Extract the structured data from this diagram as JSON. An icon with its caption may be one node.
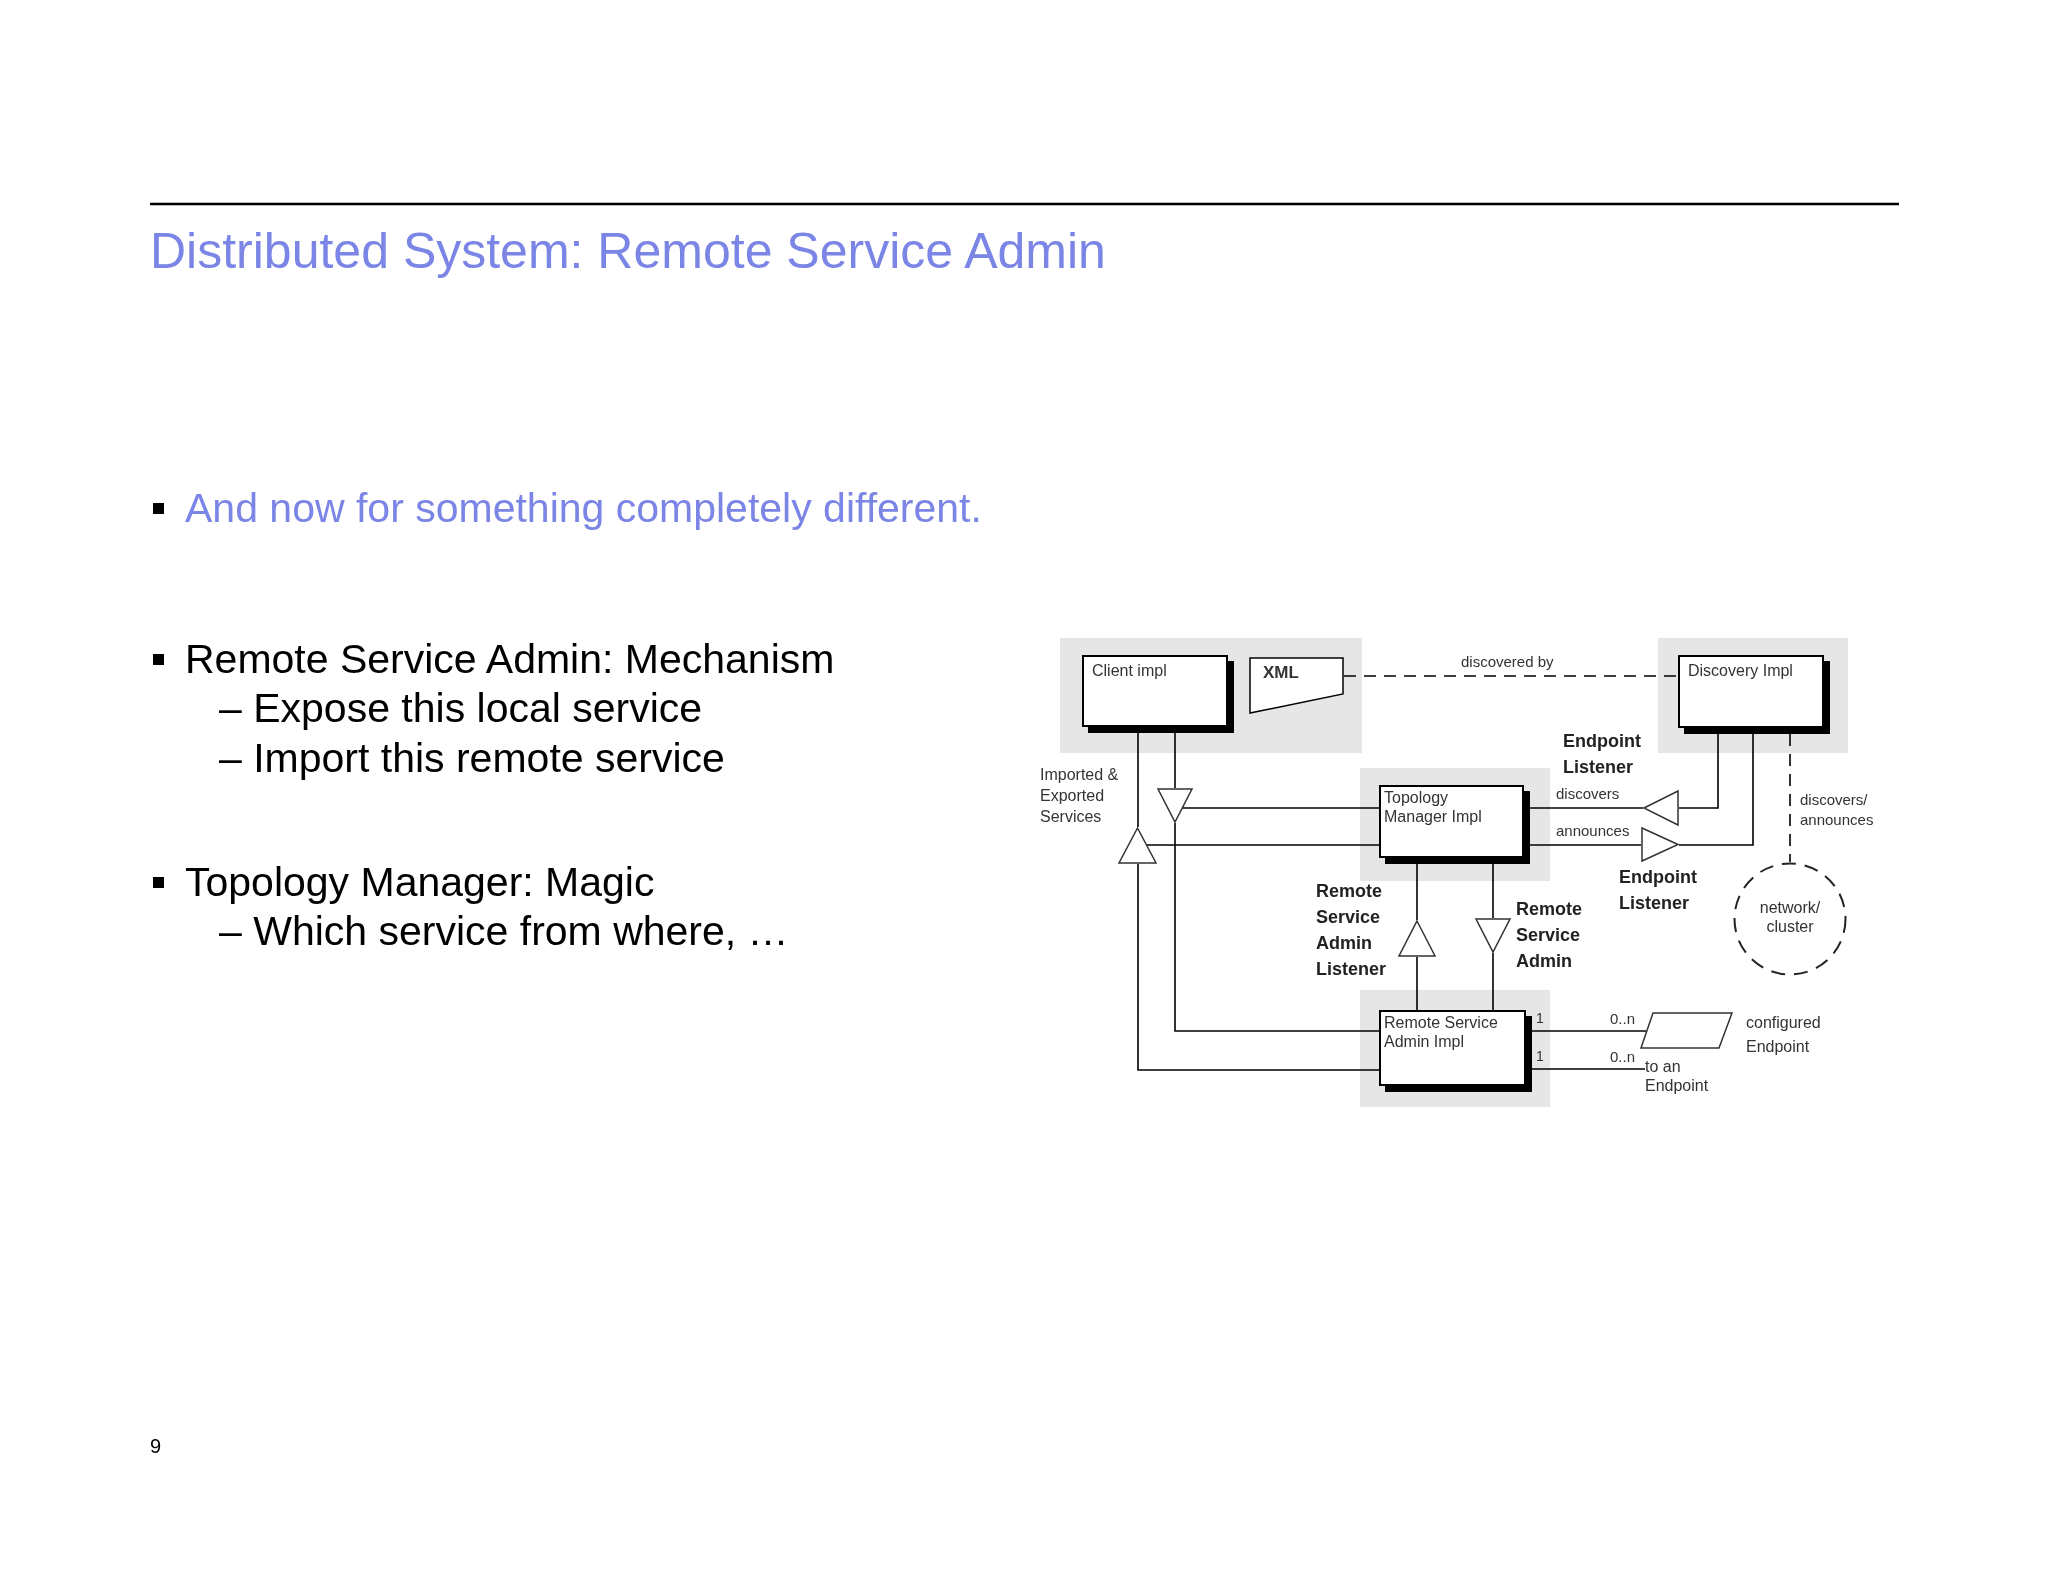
{
  "diagram": {
    "title": "Distributed System: Remote Service Admin",
    "nodes": [
      {
        "text": [
          "Client impl"
        ]
      },
      {
        "text": [
          "XML"
        ]
      },
      {
        "text": [
          "Discovery Impl"
        ]
      },
      {
        "text": [
          "Topology Manager Impl"
        ]
      },
      {
        "text": [
          "Remote Service Admin Impl"
        ]
      },
      {
        "text": [],
        "shape": "triangle"
      },
      {
        "text": [],
        "shape": "triangle"
      },
      {
        "text": [],
        "shape": "triangle",
        "beside": [
          "Remote Service Admin Listener"
        ]
      },
      {
        "text": [],
        "shape": "triangle",
        "beside": [
          "Remote Service Admin"
        ]
      },
      {
        "text": [],
        "shape": "triangle",
        "beside": [
          "Endpoint Listener"
        ]
      },
      {
        "text": [],
        "shape": "triangle",
        "beside": [
          "Endpoint Listener"
        ]
      },
      {
        "text": [
          "network/ cluster"
        ]
      },
      {
        "text": [],
        "shape": "parallelogram",
        "beside": [
          "configured Endpoint"
        ]
      },
      {
        "text": [
          "to an Endpoint"
        ]
      }
    ],
    "edges": [
      {
        "from": 0,
        "to": 5,
        "arrow": "none"
      },
      {
        "from": 5,
        "to": 3,
        "arrow": "none"
      },
      {
        "from": 5,
        "to": 4,
        "arrow": "none"
      },
      {
        "from": 0,
        "to": 6,
        "arrow": "none"
      },
      {
        "from": 6,
        "to": 3,
        "arrow": "none"
      },
      {
        "from": 6,
        "to": 4,
        "arrow": "none"
      },
      {
        "from": 1,
        "to": 2,
        "arrow": "none",
        "style": "dashed",
        "label": "discovered by"
      },
      {
        "from": 2,
        "to": 9,
        "arrow": "none"
      },
      {
        "from": 9,
        "to": 3,
        "arrow": "none",
        "label": "discovers"
      },
      {
        "from": 3,
        "to": 10,
        "arrow": "none",
        "label": "announces"
      },
      {
        "from": 10,
        "to": 2,
        "arrow": "none"
      },
      {
        "from": 2,
        "to": 11,
        "arrow": "none",
        "style": "dashed",
        "label": "discovers/ announces"
      },
      {
        "from": 3,
        "to": 7,
        "arrow": "none"
      },
      {
        "from": 7,
        "to": 4,
        "arrow": "none"
      },
      {
        "from": 3,
        "to": 8,
        "arrow": "none"
      },
      {
        "from": 8,
        "to": 4,
        "arrow": "none"
      },
      {
        "from": 4,
        "to": 12,
        "arrow": "none"
      },
      {
        "from": 4,
        "to": 13,
        "arrow": "none"
      }
    ],
    "labels": [
      "And now for something completely different.",
      "Remote Service Admin: Mechanism",
      "– Expose this local service",
      "– Import this remote service",
      "Topology Manager: Magic",
      "– Which service from where, …",
      "Imported & Exported Services",
      "1",
      "0..n",
      "1",
      "0..n",
      "9"
    ]
  }
}
